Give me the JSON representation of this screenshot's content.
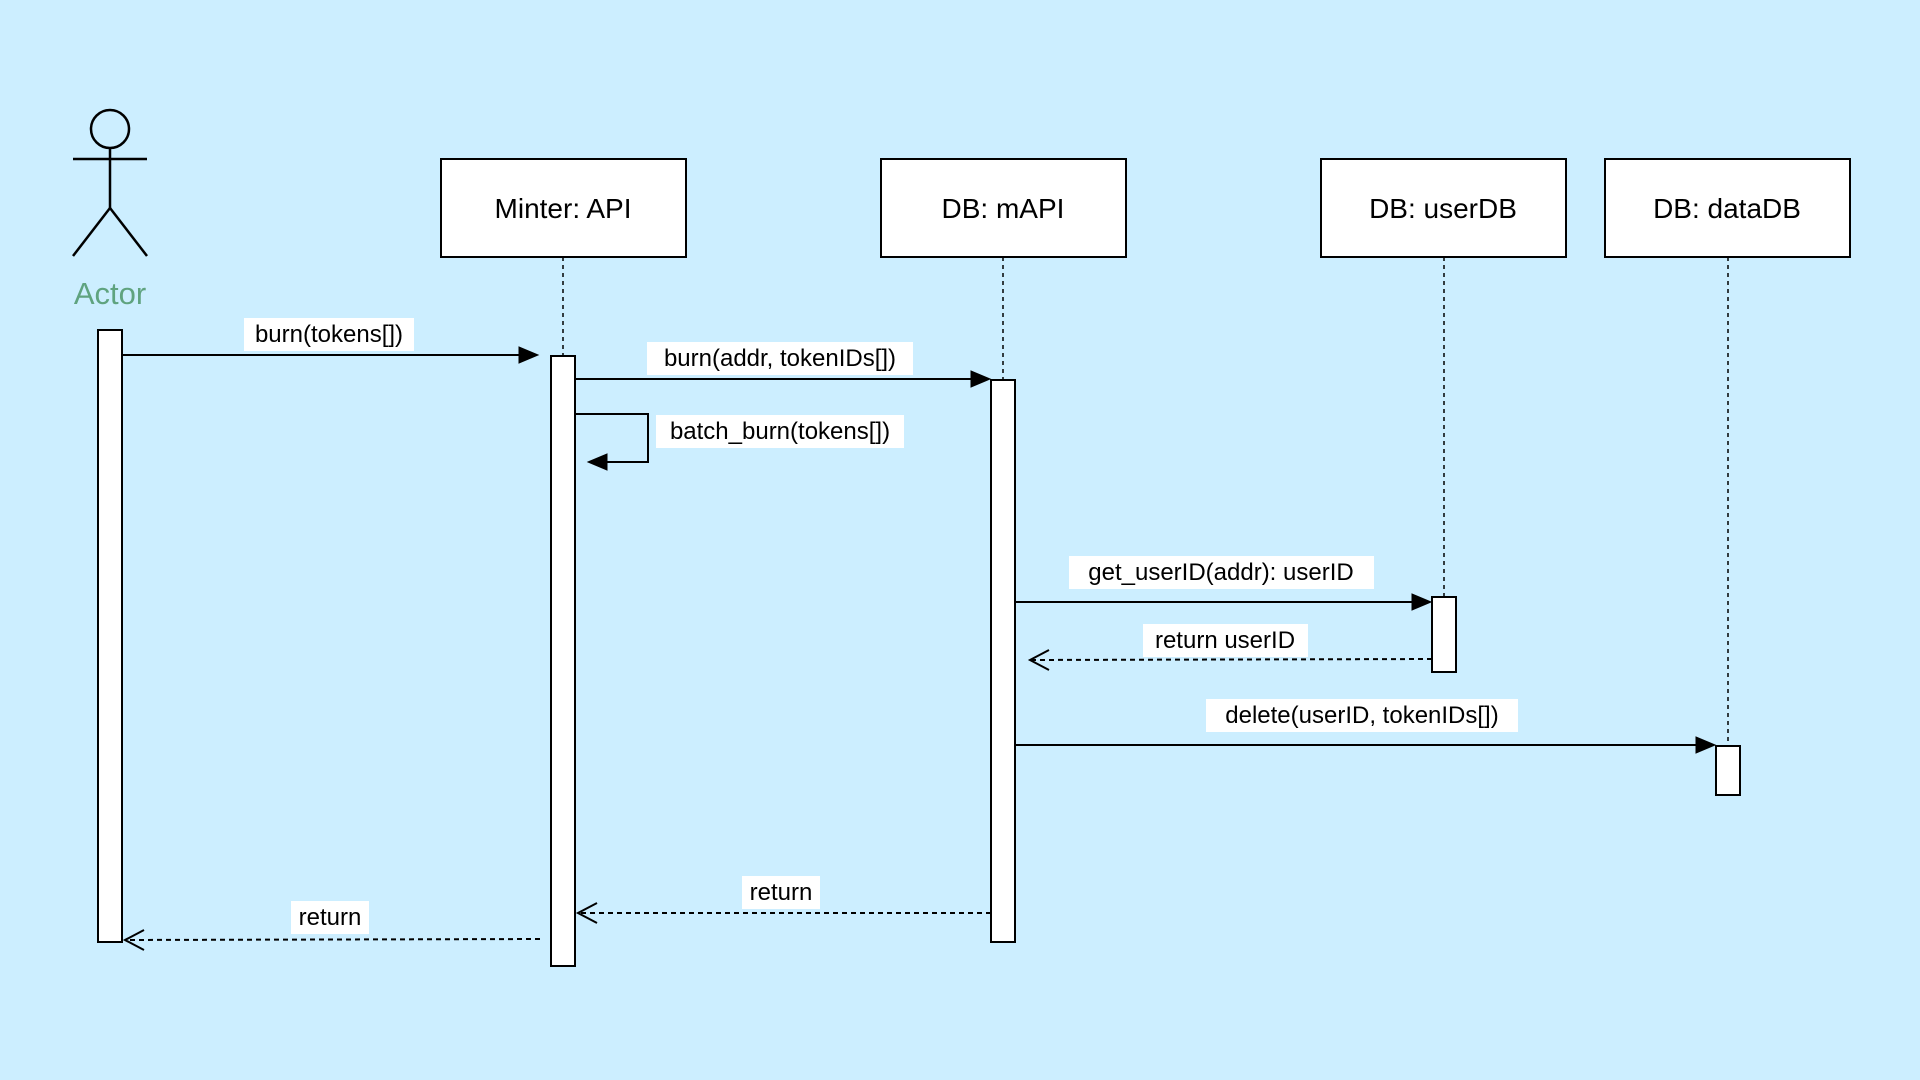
{
  "actor": {
    "label": "Actor",
    "label_color": "#5fa37f"
  },
  "participants": {
    "minter": "Minter: API",
    "mapi": "DB: mAPI",
    "userdb": "DB: userDB",
    "datadb": "DB: dataDB"
  },
  "messages": {
    "m1": "burn(tokens[])",
    "m2": "burn(addr, tokenIDs[])",
    "m3": "batch_burn(tokens[])",
    "m4": "get_userID(addr): userID",
    "m5": "return userID",
    "m6": "delete(userID, tokenIDs[])",
    "m7": "return",
    "m8": "return"
  },
  "colors": {
    "background": "#cceeff",
    "box_fill": "#ffffff",
    "line": "#000000"
  }
}
